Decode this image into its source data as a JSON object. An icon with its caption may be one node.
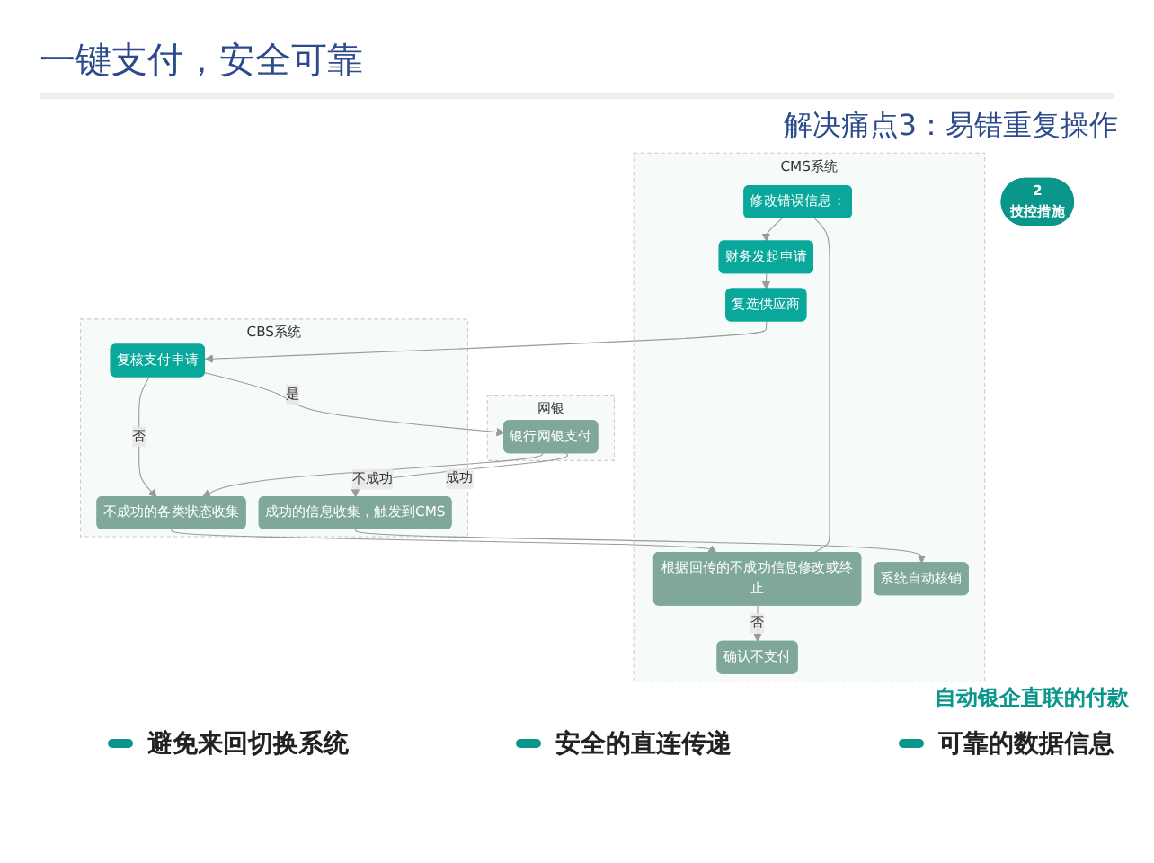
{
  "diagram": {
    "title": "一键支付，安全可靠",
    "nodes": [
      {
        "text": [
          "2",
          "技控措施"
        ]
      },
      {
        "text": [
          "CMS系统"
        ]
      },
      {
        "text": [
          "CBS系统"
        ]
      },
      {
        "text": [
          "网银"
        ]
      },
      {
        "text": [
          "修改错误信息："
        ],
        "in": 1
      },
      {
        "text": [
          "财务发起申请"
        ],
        "in": 1
      },
      {
        "text": [
          "复选供应商"
        ],
        "in": 1
      },
      {
        "text": [
          "根据回传的不成功信息修改或终止"
        ],
        "in": 1
      },
      {
        "text": [
          "确认不支付"
        ],
        "in": 1
      },
      {
        "text": [
          "系统自动核销"
        ],
        "in": 1
      },
      {
        "text": [
          "复核支付申请"
        ],
        "in": 2
      },
      {
        "text": [
          "不成功的各类状态收集"
        ],
        "in": 2
      },
      {
        "text": [
          "成功的信息收集，触发到CMS"
        ],
        "in": 2
      },
      {
        "text": [
          "银行网银支付"
        ],
        "in": 3
      }
    ],
    "edges": [
      {
        "from": 4,
        "to": 5,
        "arrow": "to"
      },
      {
        "from": 5,
        "to": 6,
        "arrow": "to"
      },
      {
        "from": 6,
        "to": 10,
        "arrow": "to"
      },
      {
        "from": 10,
        "to": 13,
        "arrow": "to",
        "label": "是"
      },
      {
        "from": 10,
        "to": 11,
        "arrow": "to",
        "label": "否"
      },
      {
        "from": 13,
        "to": 11,
        "arrow": "to",
        "label": "不成功"
      },
      {
        "from": 13,
        "to": 12,
        "arrow": "to",
        "label": "成功"
      },
      {
        "from": 11,
        "to": 7,
        "arrow": "to"
      },
      {
        "from": 7,
        "to": 4,
        "arrow": "none"
      },
      {
        "from": 7,
        "to": 8,
        "arrow": "to",
        "label": "否"
      },
      {
        "from": 12,
        "to": 9,
        "arrow": "to"
      }
    ],
    "labels": [
      "解决痛点3：易错重复操作",
      "自动银企直联的付款",
      "避免来回切换系统",
      "安全的直连传递",
      "可靠的数据信息"
    ]
  }
}
